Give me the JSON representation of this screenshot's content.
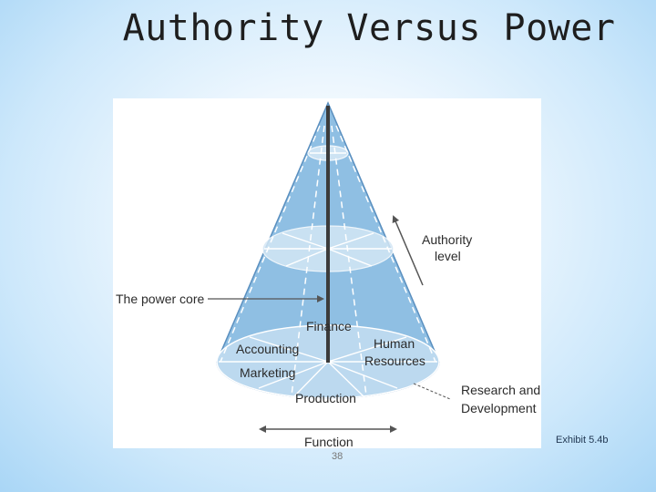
{
  "slide": {
    "title": "Authority Versus Power",
    "caption": "Exhibit 5.4b",
    "page_number": "38"
  },
  "diagram": {
    "labels": {
      "power_core": "The power core",
      "authority_line1": "Authority",
      "authority_line2": "level",
      "finance": "Finance",
      "accounting": "Accounting",
      "marketing": "Marketing",
      "human_line1": "Human",
      "human_line2": "Resources",
      "research_line1": "Research and",
      "research_line2": "Development",
      "production": "Production",
      "function": "Function"
    },
    "colors": {
      "cone_fill": "#8fbfe3",
      "cone_edge": "#5a8fbf",
      "base_fill": "#bcd9ef",
      "ellipse_fill": "#d4e7f5",
      "lines": "#ffffff",
      "axis": "#3b3b3b",
      "arrow": "#555555"
    }
  }
}
